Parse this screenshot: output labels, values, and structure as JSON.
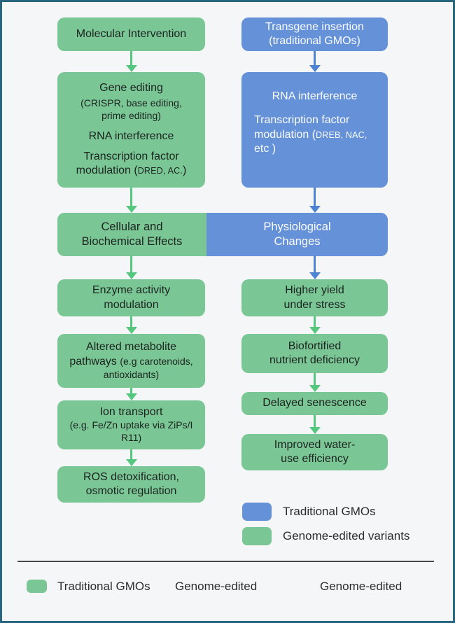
{
  "colors": {
    "frame_border": "#2a657f",
    "background": "#f5f6f8",
    "green_box": "#7ac795",
    "blue_box": "#6591d9",
    "green_arrow": "#55c77e",
    "blue_arrow": "#4d83d3",
    "dark_text": "#1c2320",
    "light_text": "#fbfdff"
  },
  "flow": {
    "left": {
      "box1": "Molecular Intervention",
      "box2_l1": "Gene editing",
      "box2_l2": "(CRISPR, base editing,",
      "box2_l3": "prime editing)",
      "box2_l4": "RNA interference",
      "box2_l5": "Transcription factor",
      "box2_l6a": "modulation (",
      "box2_l6b": "DRED, AC.",
      "box2_l6c": ")",
      "band_l1": "Cellular and",
      "band_l2": "Biochemical Effects",
      "box3_l1": "Enzyme activity",
      "box3_l2": "modulation",
      "box4_l1": "Altered metabolite",
      "box4_l2a": "pathways ",
      "box4_l2b": "(e.g carotenoids,",
      "box4_l3": "antioxidants)",
      "box5_l1": "Ion transport",
      "box5_l2": "(e.g. Fe/Zn uptake via ZiPs/I",
      "box5_l3": "R11)",
      "box6_l1": "ROS detoxification,",
      "box6_l2": "osmotic regulation"
    },
    "right": {
      "box1_l1": "Transgene insertion",
      "box1_l2": "(traditional GMOs)",
      "box2_l1": "RNA interference",
      "box2_l2": "Transcription factor",
      "box2_l3a": "modulation (",
      "box2_l3b": "DREB, NAC,",
      "box2_l4": "etc )",
      "band_l1": "Physiological",
      "band_l2": "Changes",
      "box3_l1": "Higher yield",
      "box3_l2": "under stress",
      "box4_l1": "Biofortified",
      "box4_l2": "nutrient deficiency",
      "box5": "Delayed senescence",
      "box6_l1": "Improved water-",
      "box6_l2": "use efficiency"
    }
  },
  "legend": {
    "item1": "Traditional GMOs",
    "item2": "Genome-edited variants"
  },
  "footer": {
    "item1": "Traditional GMOs",
    "item2": "Genome-edited",
    "item3": "Genome-edited"
  }
}
